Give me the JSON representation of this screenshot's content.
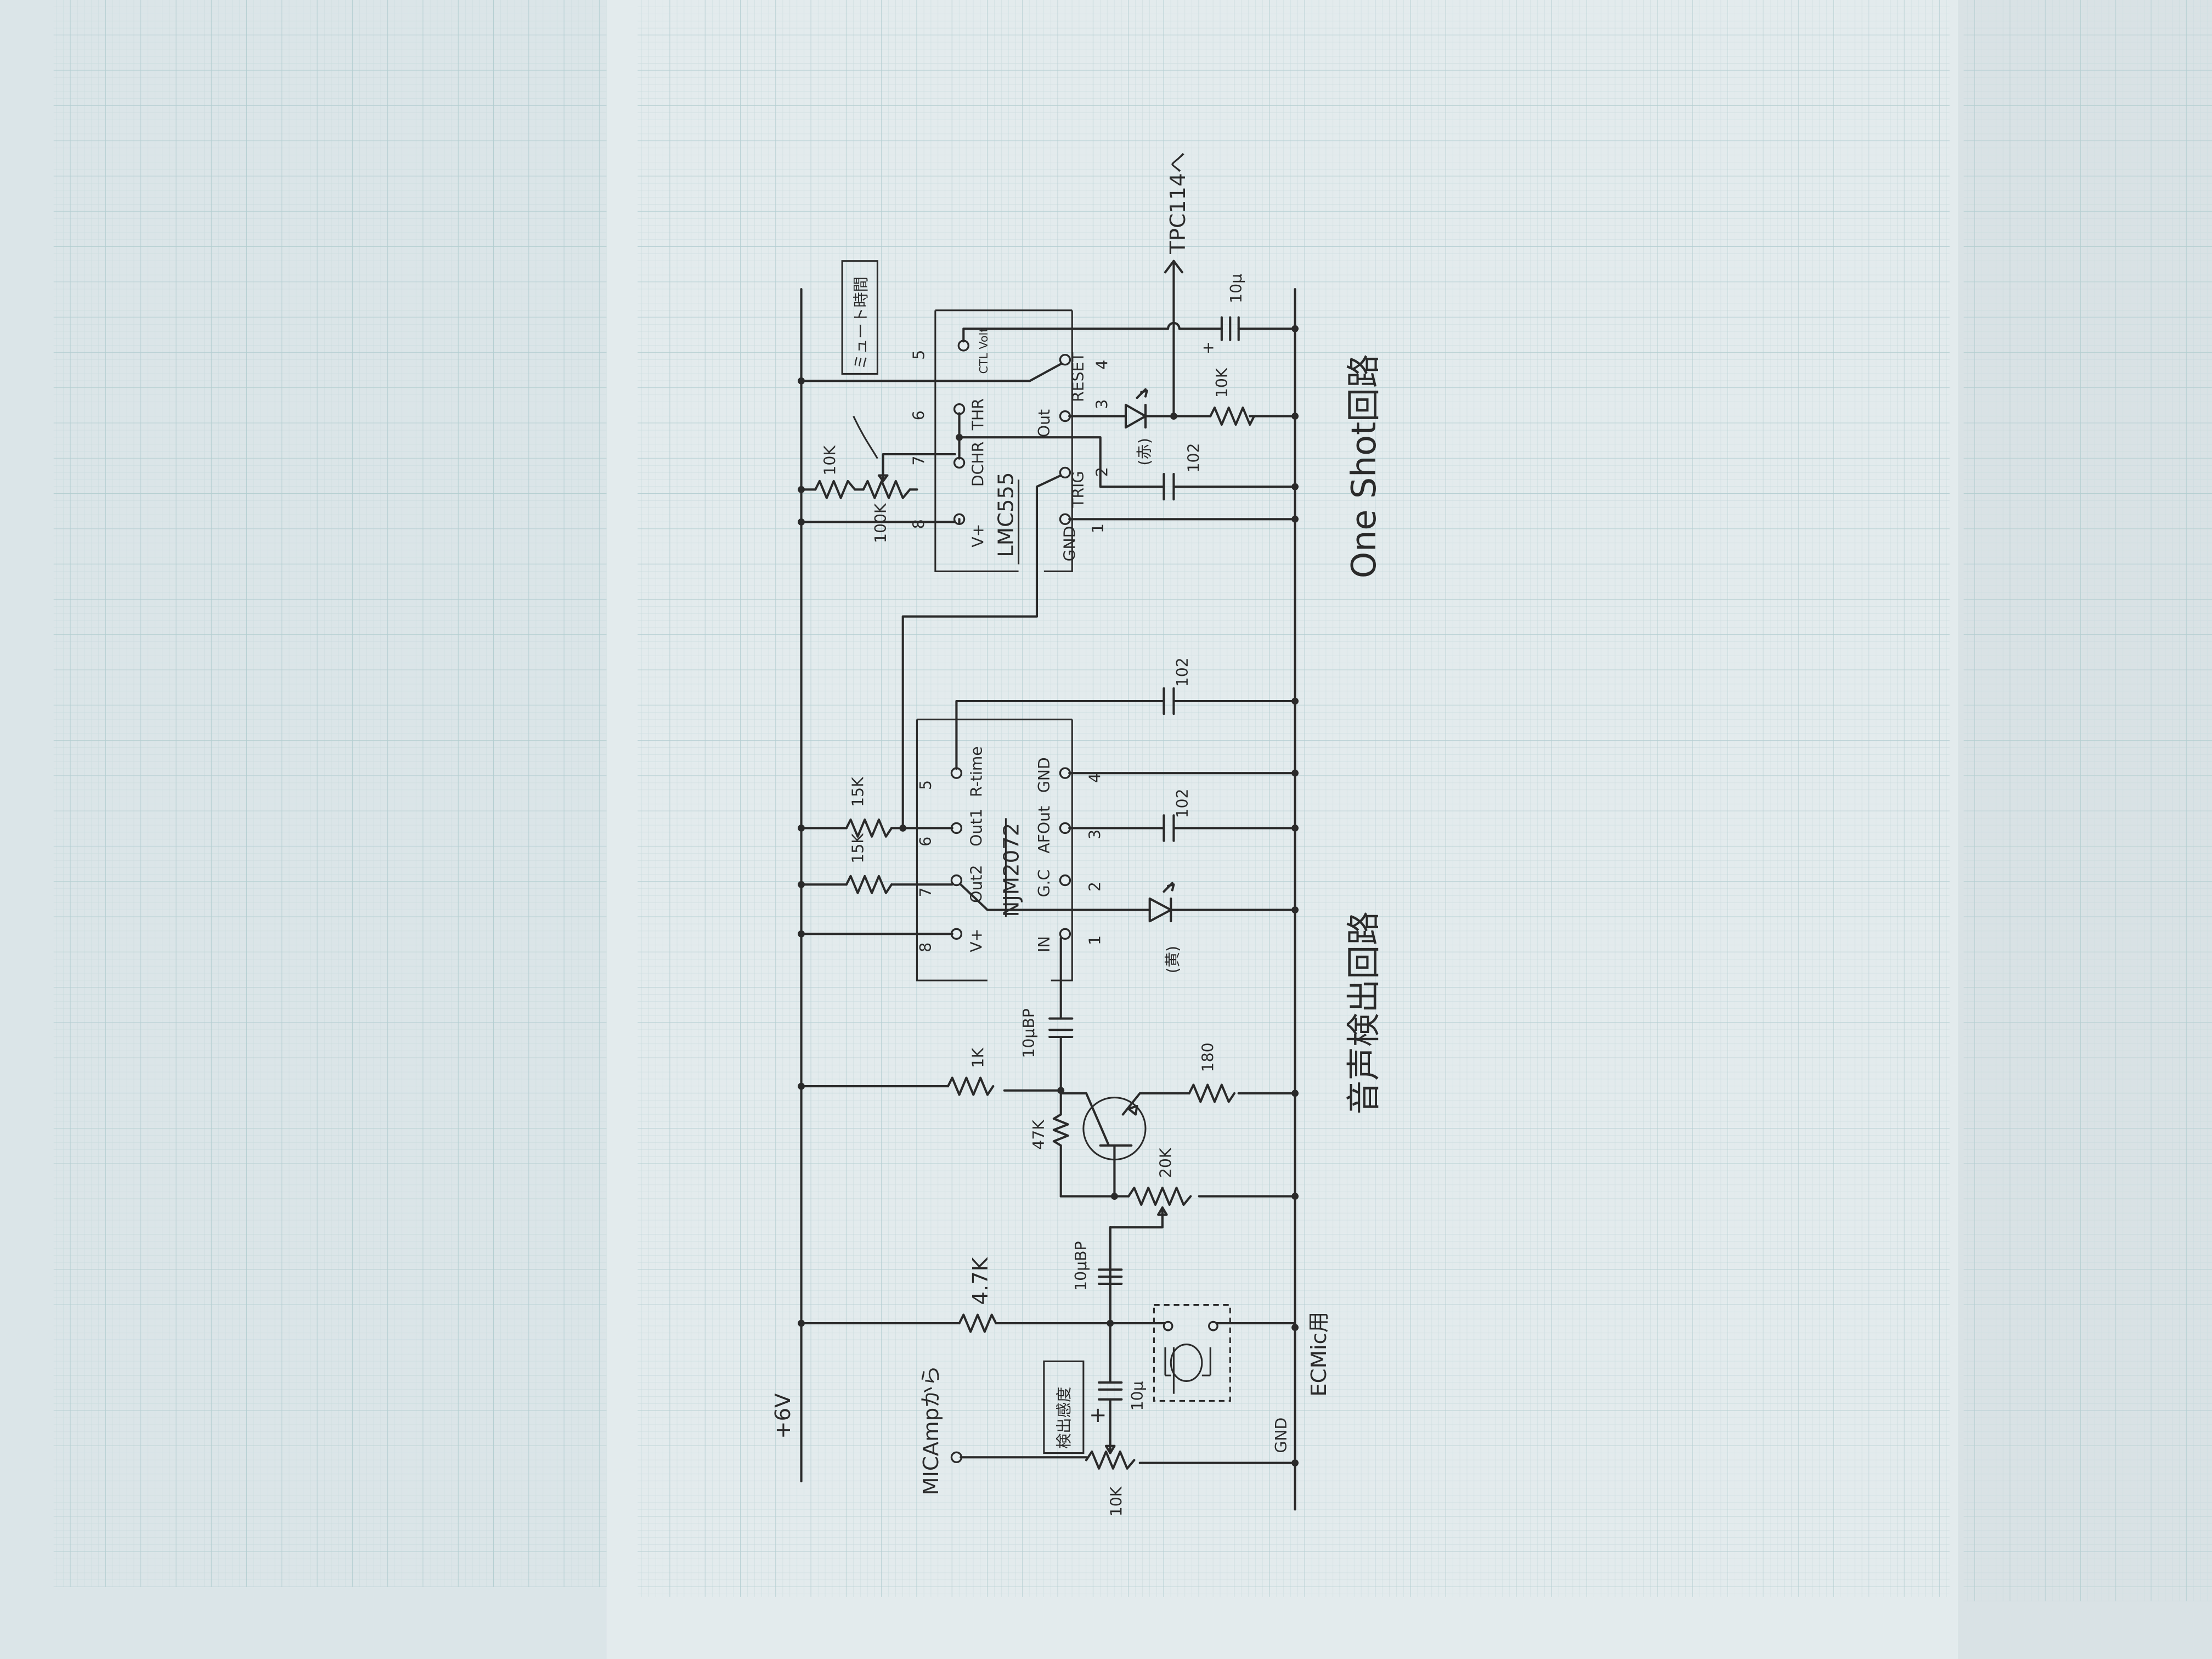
{
  "rails": {
    "vcc": "+6V",
    "gnd": "GND"
  },
  "titles": {
    "detector": "音声検出回路",
    "oneshot": "One Shot回路"
  },
  "mic_section": {
    "mic_amp_input": "MICAmpから",
    "sensitivity_box": "検出感度",
    "pot_10k": "10K",
    "cap_10u": "10μ",
    "cap_plus": "+",
    "r_47k": "4.7K",
    "ecm_label": "ECMic用",
    "gnd_label": "GND"
  },
  "amp_section": {
    "cap_bp1": "10μBP",
    "pot_20k": "20K",
    "r_47k_bias": "47K",
    "r_1k": "1K",
    "r_180": "180",
    "cap_bp2": "10μBP"
  },
  "njm": {
    "name": "NJM2072",
    "left_pins": [
      {
        "num": "8",
        "name": "V+"
      },
      {
        "num": "7",
        "name": "Out2"
      },
      {
        "num": "6",
        "name": "Out1"
      },
      {
        "num": "5",
        "name": "R-time"
      }
    ],
    "right_pins": [
      {
        "num": "1",
        "name": "IN"
      },
      {
        "num": "2",
        "name": "G.C"
      },
      {
        "num": "3",
        "name": "AFOut"
      },
      {
        "num": "4",
        "name": "GND"
      }
    ],
    "r_15k_a": "15K",
    "r_15k_b": "15K",
    "cap_rtime": "102",
    "cap_afout": "102",
    "led_label": "(黄)"
  },
  "lmc": {
    "name": "LMC555",
    "left_pins": [
      {
        "num": "8",
        "name": "V+"
      },
      {
        "num": "7",
        "name": "DCHR"
      },
      {
        "num": "6",
        "name": "THR"
      },
      {
        "num": "5",
        "name": "CTL Volt"
      }
    ],
    "right_pins": [
      {
        "num": "1",
        "name": "GND"
      },
      {
        "num": "2",
        "name": "TRIG"
      },
      {
        "num": "3",
        "name": "Out"
      },
      {
        "num": "4",
        "name": "RESET"
      }
    ],
    "r_10k": "10K",
    "pot_100k": "100K",
    "mute_box": "ミュート時間",
    "cap_timing": "102",
    "led_label": "(赤)",
    "r_out_10k": "10K",
    "cap_ctl": "10μ",
    "cap_plus": "+",
    "output_label": "TPC114へ"
  }
}
